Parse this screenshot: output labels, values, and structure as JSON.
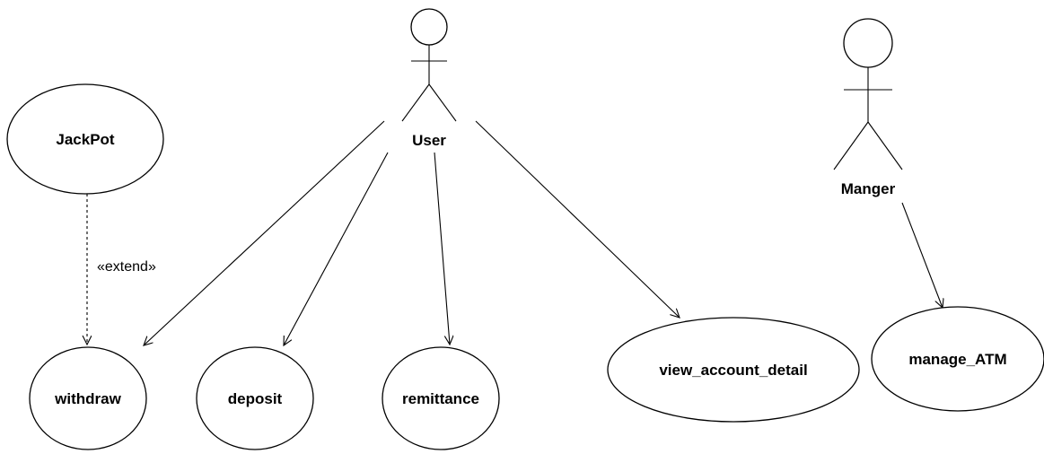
{
  "actors": {
    "user": {
      "label": "User"
    },
    "manager": {
      "label": "Manger"
    }
  },
  "use_cases": {
    "jackpot": "JackPot",
    "withdraw": "withdraw",
    "deposit": "deposit",
    "remittance": "remittance",
    "view_account_detail": "view_account_detail",
    "manage_atm": "manage_ATM"
  },
  "relations": {
    "extend_label": "«extend»"
  },
  "colors": {
    "stroke": "#000000",
    "background": "#ffffff"
  }
}
